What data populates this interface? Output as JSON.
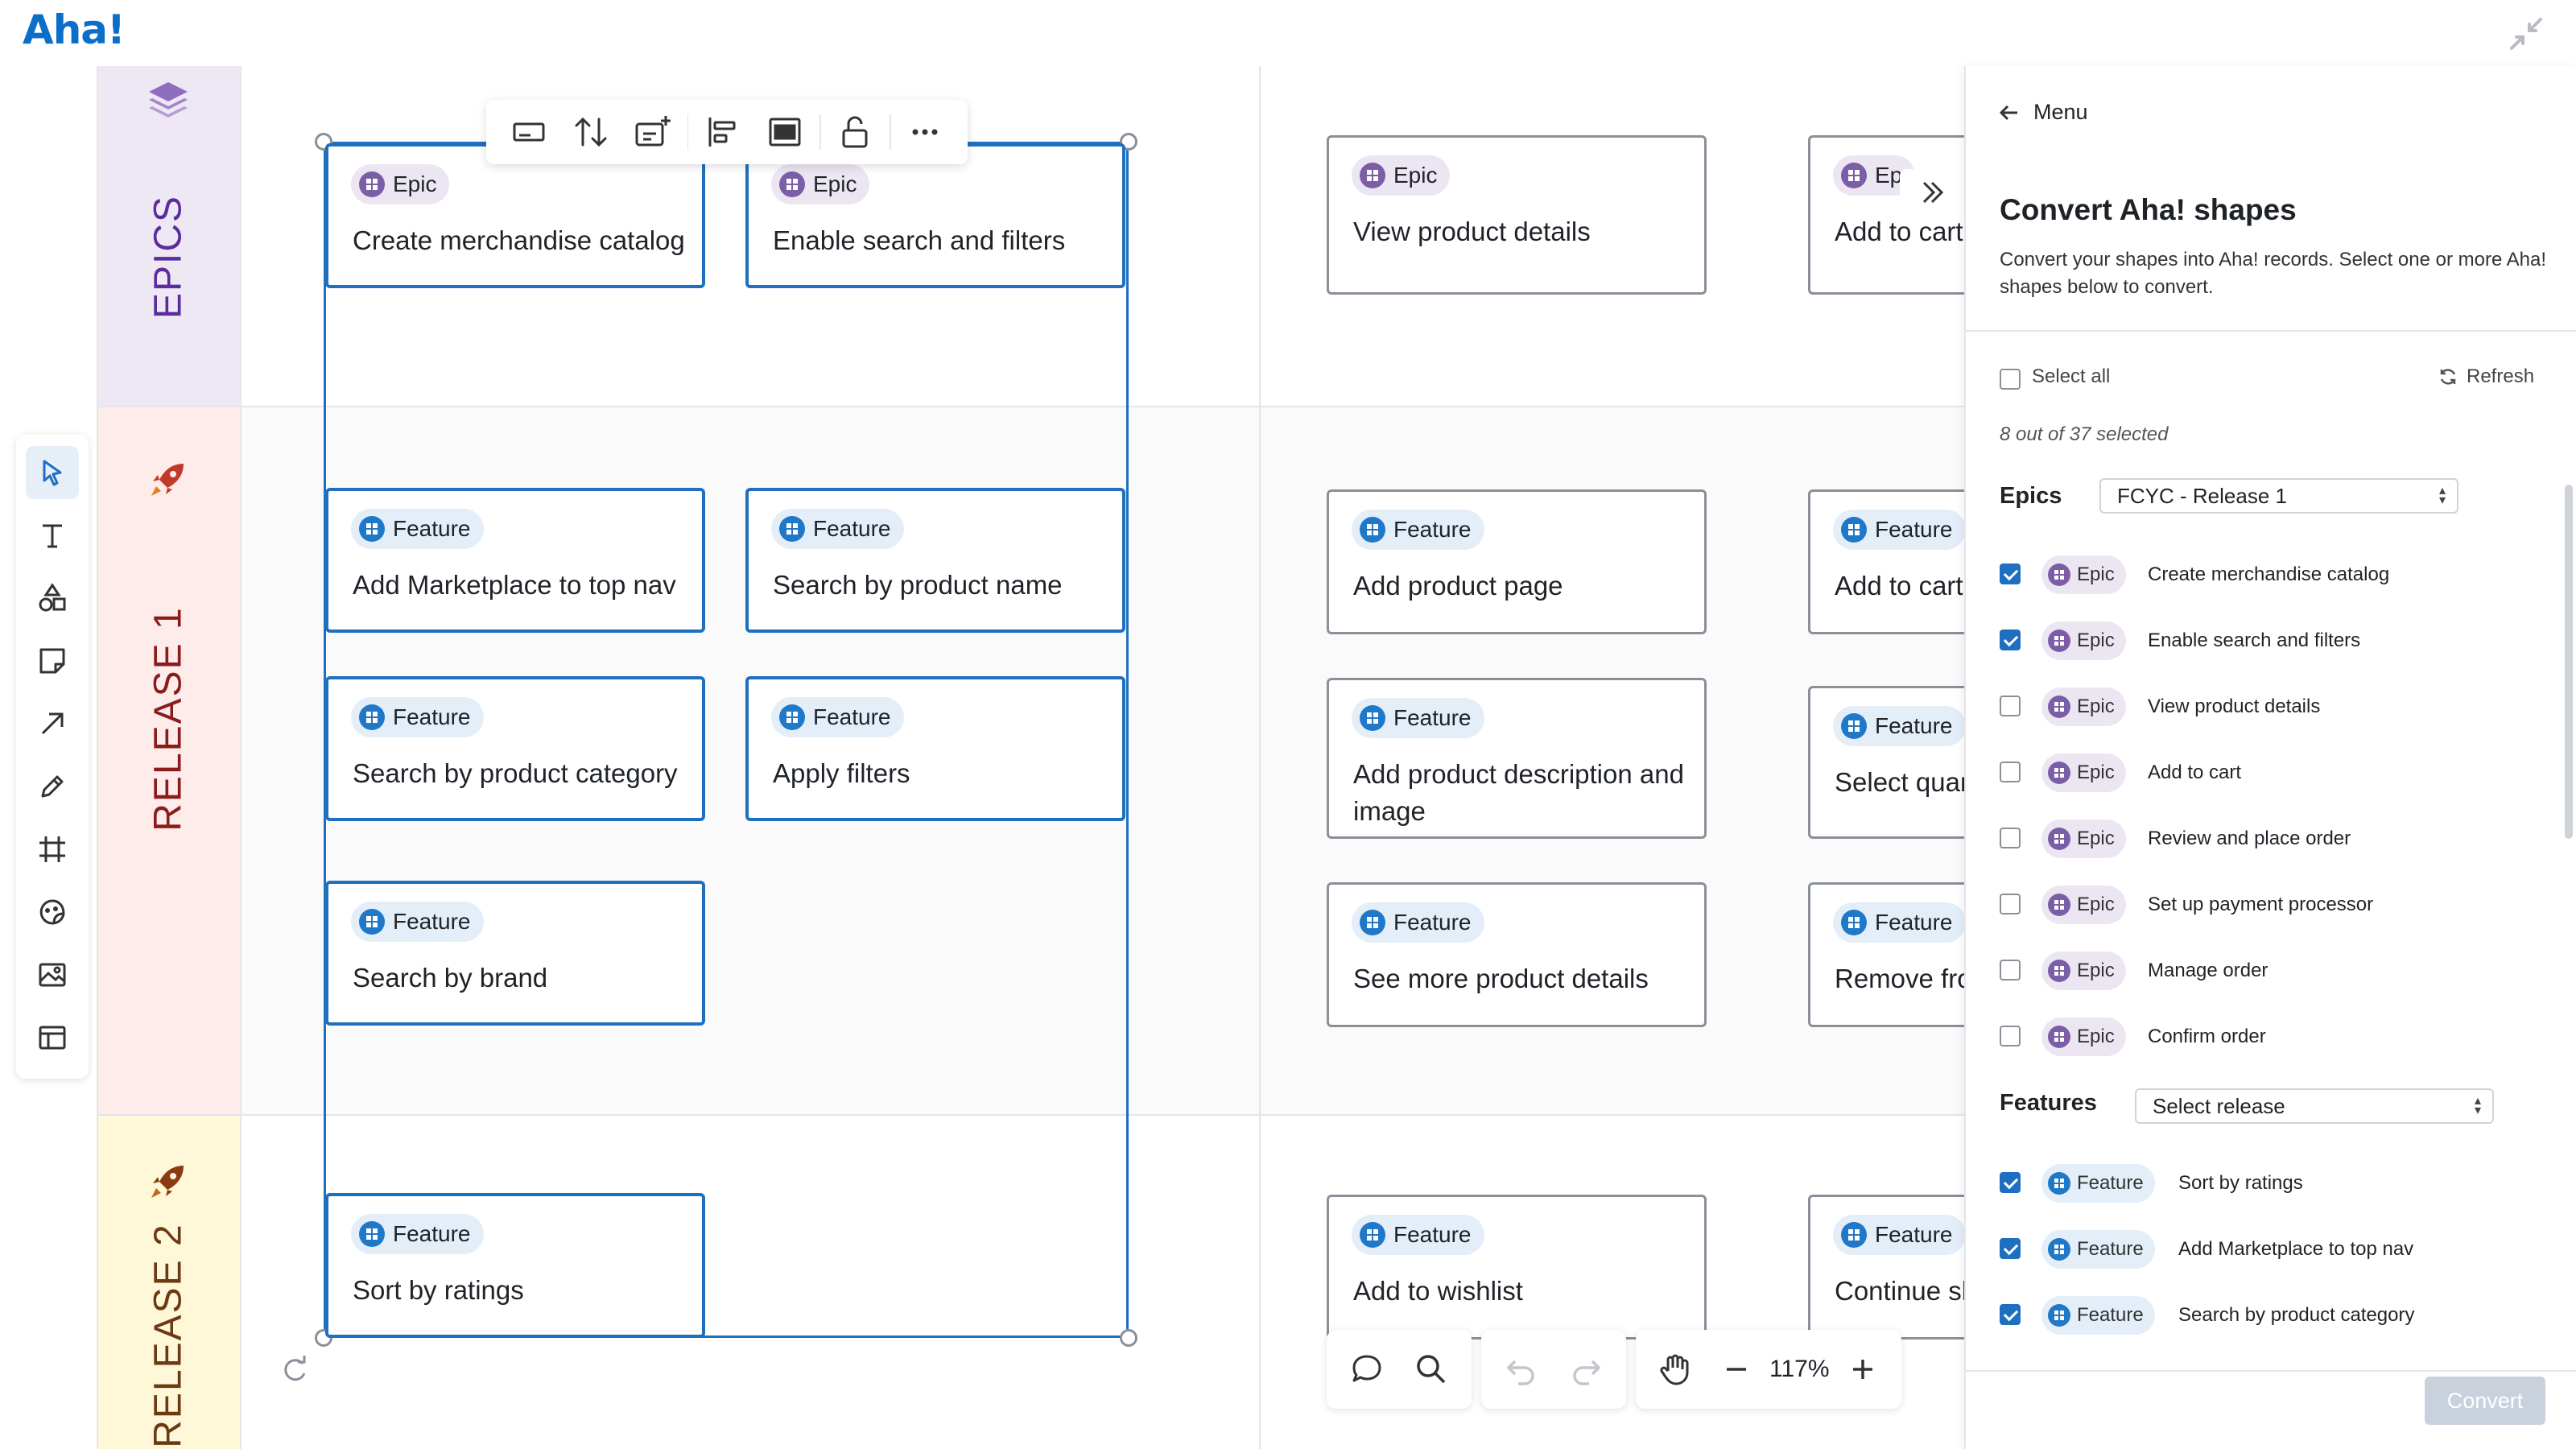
{
  "header": {
    "logo": "Aha!"
  },
  "lanes": [
    {
      "id": "epics",
      "label": "EPICS",
      "color": "#ede8f3",
      "text_color": "#5a2ca0",
      "icon": "layers-icon"
    },
    {
      "id": "release1",
      "label": "RELEASE 1",
      "color": "#fdecea",
      "text_color": "#8b1c1c",
      "icon": "rocket-icon"
    },
    {
      "id": "release2",
      "label": "RELEASE 2",
      "color": "#fef8d9",
      "text_color": "#6b3a12",
      "icon": "rocket-icon"
    }
  ],
  "cards": [
    {
      "type": "Epic",
      "title": "Create merchandise catalog"
    },
    {
      "type": "Epic",
      "title": "Enable search and filters"
    },
    {
      "type": "Epic",
      "title": "View product details"
    },
    {
      "type": "Ep",
      "title": "Add to cart"
    },
    {
      "type": "Feature",
      "title": "Add Marketplace to top nav"
    },
    {
      "type": "Feature",
      "title": "Search by product name"
    },
    {
      "type": "Feature",
      "title": "Add product page"
    },
    {
      "type": "Feature",
      "title": "Add to cart"
    },
    {
      "type": "Feature",
      "title": "Search by product category"
    },
    {
      "type": "Feature",
      "title": "Apply filters"
    },
    {
      "type": "Feature",
      "title": "Add product description and image"
    },
    {
      "type": "Feature",
      "title": "Select quan"
    },
    {
      "type": "Feature",
      "title": "Search by brand"
    },
    {
      "type": "Feature",
      "title": "See more product details"
    },
    {
      "type": "Feature",
      "title": "Remove fro"
    },
    {
      "type": "Feature",
      "title": "Sort by ratings"
    },
    {
      "type": "Feature",
      "title": "Add to wishlist"
    },
    {
      "type": "Feature",
      "title": "Continue sh"
    }
  ],
  "bottom_toolbar": {
    "zoom": "117%"
  },
  "panel": {
    "menu_label": "Menu",
    "title": "Convert Aha! shapes",
    "description": "Convert your shapes into Aha! records. Select one or more Aha! shapes below to convert.",
    "select_all_label": "Select all",
    "refresh_label": "Refresh",
    "selected_count": "8 out of 37 selected",
    "epics_label": "Epics",
    "epics_release": "FCYC - Release 1",
    "features_label": "Features",
    "features_release": "Select release",
    "epic_rows": [
      {
        "type": "Epic",
        "label": "Create merchandise catalog",
        "checked": true
      },
      {
        "type": "Epic",
        "label": "Enable search and filters",
        "checked": true
      },
      {
        "type": "Epic",
        "label": "View product details",
        "checked": false
      },
      {
        "type": "Epic",
        "label": "Add to cart",
        "checked": false
      },
      {
        "type": "Epic",
        "label": "Review and place order",
        "checked": false
      },
      {
        "type": "Epic",
        "label": "Set up payment processor",
        "checked": false
      },
      {
        "type": "Epic",
        "label": "Manage order",
        "checked": false
      },
      {
        "type": "Epic",
        "label": "Confirm order",
        "checked": false
      }
    ],
    "feature_rows": [
      {
        "type": "Feature",
        "label": "Sort by ratings",
        "checked": true
      },
      {
        "type": "Feature",
        "label": "Add Marketplace to top nav",
        "checked": true
      },
      {
        "type": "Feature",
        "label": "Search by product category",
        "checked": true
      }
    ],
    "convert_label": "Convert"
  },
  "colors": {
    "accent": "#1f6fc0",
    "epic_pill": "#ece6f3",
    "feature_pill": "#e3eef9",
    "epic_icon": "#7b5ea7",
    "feature_icon": "#1f78c8"
  }
}
